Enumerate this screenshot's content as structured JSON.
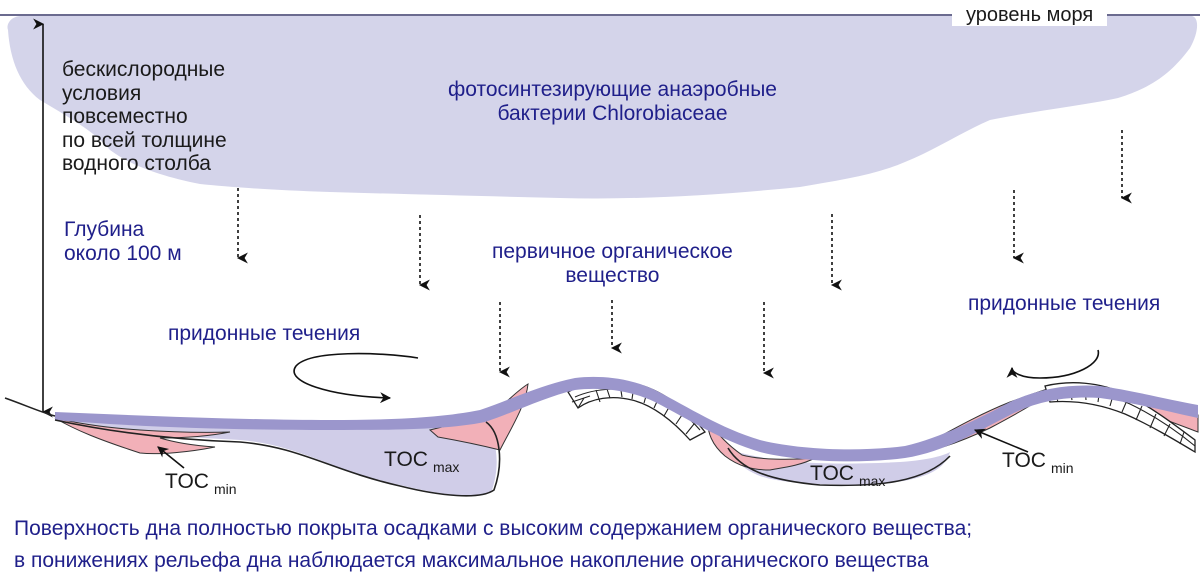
{
  "labels": {
    "sea_level": "уровень моря",
    "anoxic_conditions": "бескислородные\nусловия\nповсеместно\nпо всей толщине\nводного столба",
    "depth": "Глубина\nоколо 100 м",
    "bacteria": "фотосинтезирующие анаэробные\nбактерии Chlorobiaceae",
    "primary_organic_matter": "первичное органическое\nвещество",
    "bottom_currents_left": "придонные течения",
    "bottom_currents_right": "придонные течения",
    "toc_main": "TOC",
    "toc_min_sub": "min",
    "toc_max_sub": "max"
  },
  "caption": {
    "line1": "Поверхность дна полностью покрыта осадками с высоким содержанием органического вещества;",
    "line2": "в понижениях рельефа дна наблюдается максимальное накопление органического вещества"
  },
  "colors": {
    "bacteria_cloud": "#d4d4ea",
    "organic_layer": "#9b96cc",
    "basin_fill": "#d0cde8",
    "toc_min_zone": "#f2b0b8",
    "text_blue": "#1f1f8a",
    "outline": "#222222"
  }
}
